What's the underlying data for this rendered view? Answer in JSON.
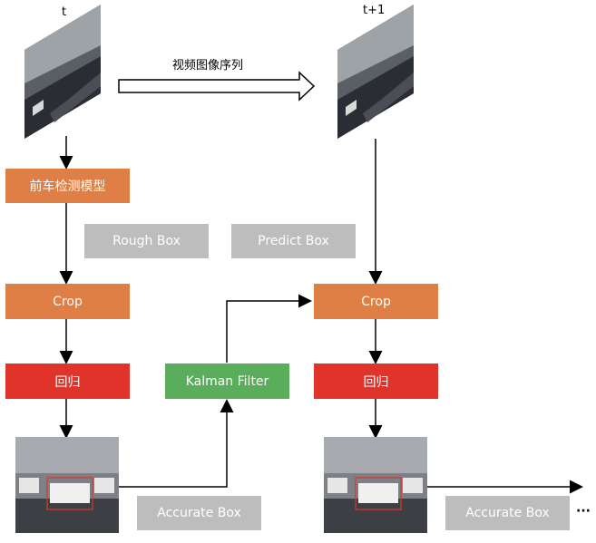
{
  "time_labels": {
    "t": "t",
    "t1": "t+1"
  },
  "sequence_label": "视频图像序列",
  "left": {
    "model": "前车检测模型",
    "crop": "Crop",
    "regression": "回归",
    "accurate_box": "Accurate Box"
  },
  "middle": {
    "rough_box": "Rough Box",
    "predict_box": "Predict Box",
    "kalman": "Kalman Filter"
  },
  "right": {
    "crop": "Crop",
    "regression": "回归",
    "accurate_box": "Accurate Box",
    "ellipsis": "···"
  },
  "colors": {
    "orange": "#e07f45",
    "red": "#e0332a",
    "green": "#5aad5a",
    "gray": "#bdbdbd"
  }
}
